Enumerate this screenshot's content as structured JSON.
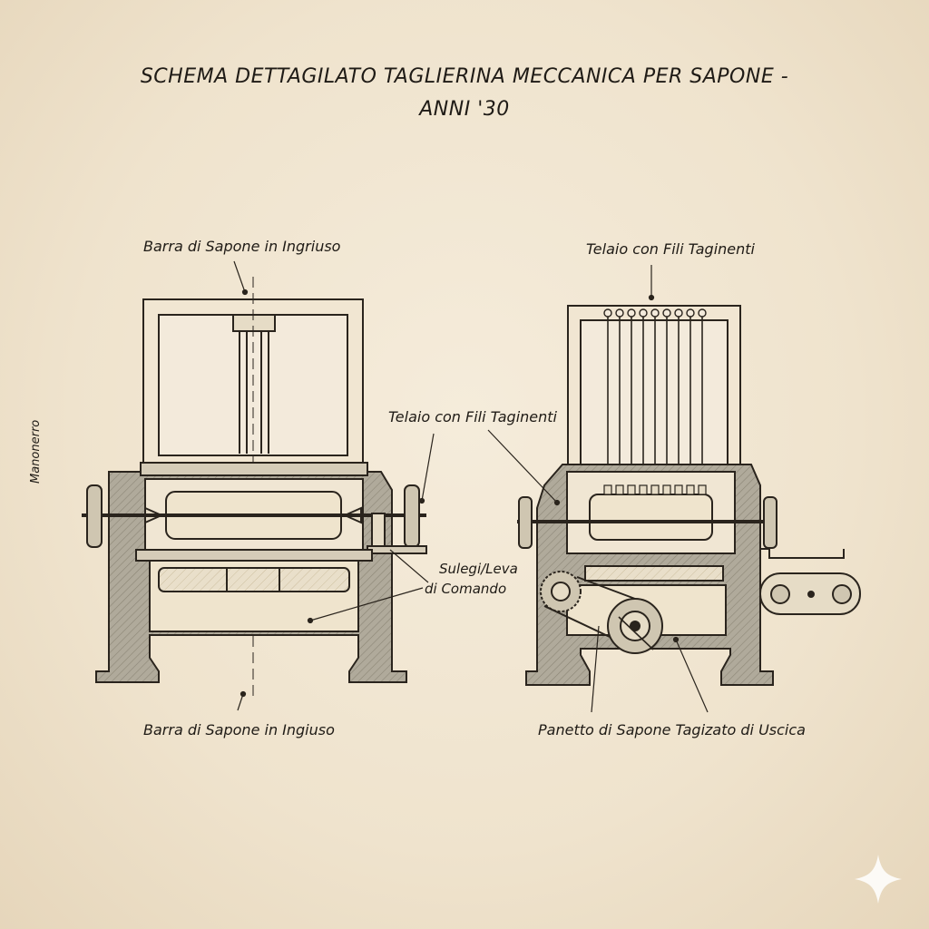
{
  "title": {
    "line1": "SCHEMA DETTAGILATO TAGLIERINA MECCANICA PER SAPONE -",
    "line2": "ANNI '30"
  },
  "labels": {
    "left_top": "Barra di Sapone in Ingriuso",
    "left_bottom": "Barra di Sapone in Ingiuso",
    "left_side": "Manonerro",
    "right_top": "Telaio con Fili Taginenti",
    "center_frame": "Telaio con Fili Taginenti",
    "lever_line1": "Sulegi/Leva",
    "lever_line2": "di Comando",
    "right_bottom": "Panetto di Sapone Tagizato di Uscica"
  },
  "colors": {
    "paper": "#f1e6d2",
    "ink": "#2a241d",
    "metal_fill": "#a8a293",
    "soap_fill": "#efe4cd"
  },
  "icons": {
    "corner_mark": "sparkle-icon"
  }
}
